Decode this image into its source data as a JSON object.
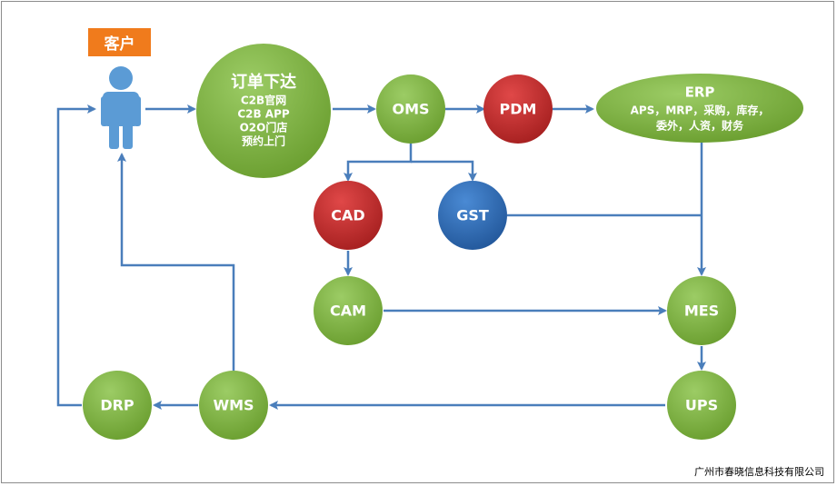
{
  "customer": {
    "label": "客户"
  },
  "order": {
    "title": "订单下达",
    "lines": [
      "C2B官网",
      "C2B APP",
      "O2O门店",
      "预约上门"
    ]
  },
  "nodes": {
    "oms": "OMS",
    "pdm": "PDM",
    "cad": "CAD",
    "gst": "GST",
    "cam": "CAM",
    "mes": "MES",
    "ups": "UPS",
    "wms": "WMS",
    "drp": "DRP"
  },
  "erp": {
    "title": "ERP",
    "line1": "APS，MRP，采购，库存，",
    "line2": "委外，人资，财务"
  },
  "colors": {
    "green": "#7cb342",
    "red": "#c62828",
    "blue": "#2e6db4",
    "arrow": "#4a7ebb",
    "person": "#5b9bd5",
    "badge": "#f07b1c"
  },
  "footer": {
    "company": "广州市春晓信息科技有限公司"
  }
}
